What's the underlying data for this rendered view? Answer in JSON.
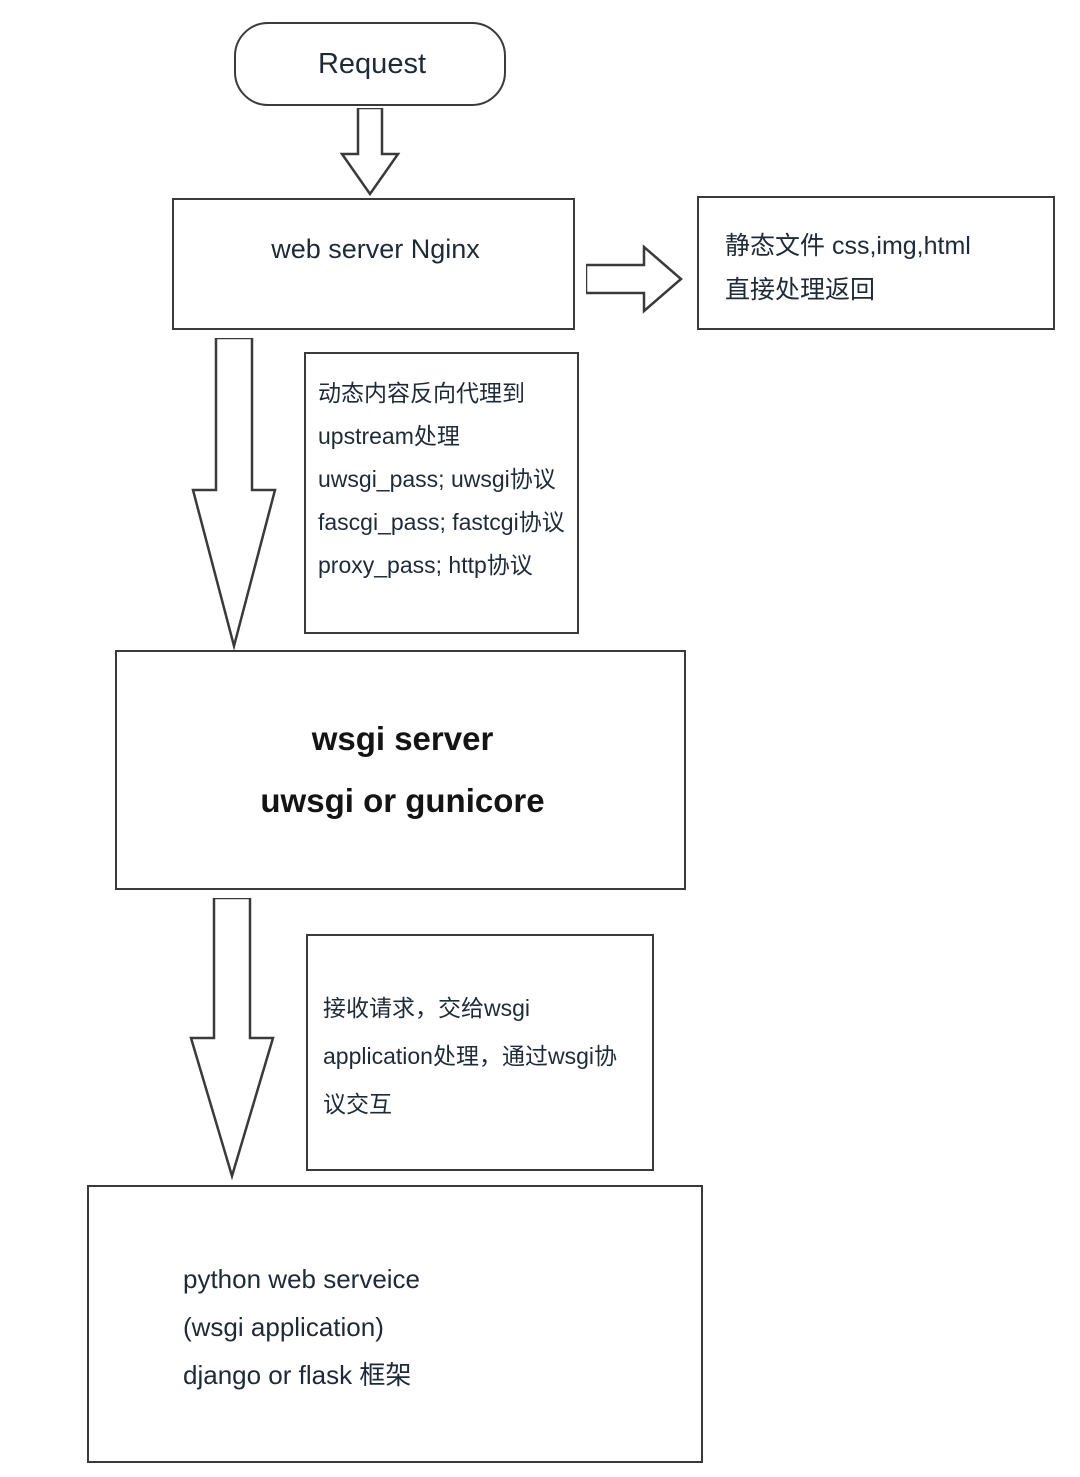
{
  "diagram": {
    "title": "Request flow: Nginx, WSGI server, Python web application",
    "stroke_color": "#3a3a3a",
    "text_color": "#1f2a38",
    "background": "#ffffff"
  },
  "nodes": {
    "request": {
      "label": "Request",
      "shape": "rounded-rectangle"
    },
    "nginx": {
      "label": "web server Nginx",
      "shape": "rectangle"
    },
    "static": {
      "shape": "rectangle",
      "lines": [
        "静态文件  css,img,html",
        "直接处理返回"
      ]
    },
    "note_upstream": {
      "shape": "rectangle",
      "lines": [
        "动态内容反向代理到",
        "upstream处理",
        "uwsgi_pass; uwsgi协议",
        "fascgi_pass; fastcgi协议",
        "proxy_pass; http协议"
      ]
    },
    "wsgi_server": {
      "shape": "rectangle",
      "lines": [
        "wsgi server",
        "uwsgi  or gunicore"
      ]
    },
    "note_wsgi": {
      "shape": "rectangle",
      "lines": [
        "接收请求，交给wsgi",
        "application处理，通过wsgi协",
        "议交互"
      ]
    },
    "app": {
      "shape": "rectangle",
      "lines": [
        "python web serveice",
        "(wsgi application)",
        " django or flask 框架"
      ]
    }
  },
  "arrows": [
    {
      "name": "request-to-nginx",
      "direction": "down",
      "style": "block-arrow"
    },
    {
      "name": "nginx-to-static",
      "direction": "right",
      "style": "block-arrow"
    },
    {
      "name": "nginx-to-wsgi-server",
      "direction": "down",
      "style": "long-block-arrow"
    },
    {
      "name": "wsgi-server-to-app",
      "direction": "down",
      "style": "long-block-arrow"
    }
  ]
}
